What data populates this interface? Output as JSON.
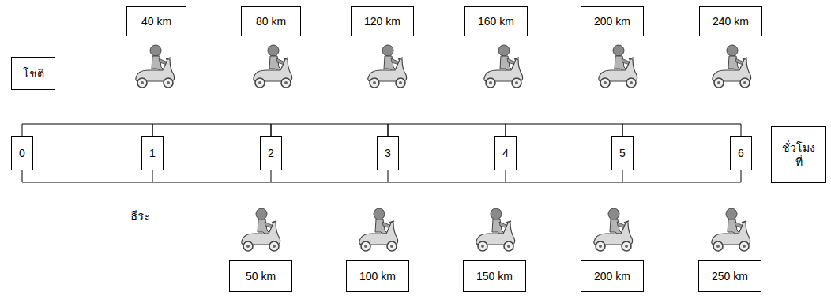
{
  "diagram": {
    "nodes": [
      {
        "text": [
          "40 km"
        ]
      },
      {
        "text": [
          "80 km"
        ]
      },
      {
        "text": [
          "120 km"
        ]
      },
      {
        "text": [
          "160 km"
        ]
      },
      {
        "text": [
          "200 km"
        ]
      },
      {
        "text": [
          "240 km"
        ]
      },
      {
        "text": [
          "โชติ"
        ]
      },
      {
        "text": [
          "0"
        ]
      },
      {
        "text": [
          "1"
        ]
      },
      {
        "text": [
          "2"
        ]
      },
      {
        "text": [
          "3"
        ]
      },
      {
        "text": [
          "4"
        ]
      },
      {
        "text": [
          "5"
        ]
      },
      {
        "text": [
          "6"
        ]
      },
      {
        "text": [
          "ชั่วโมง ที่"
        ]
      },
      {
        "text": [
          "50 km"
        ]
      },
      {
        "text": [
          "100 km"
        ]
      },
      {
        "text": [
          "150 km"
        ]
      },
      {
        "text": [
          "200 km"
        ]
      },
      {
        "text": [
          "250 km"
        ]
      }
    ],
    "edges": [
      {
        "from": 7,
        "to": 8,
        "arrow": "none"
      },
      {
        "from": 8,
        "to": 9,
        "arrow": "none"
      },
      {
        "from": 9,
        "to": 10,
        "arrow": "none"
      },
      {
        "from": 10,
        "to": 11,
        "arrow": "none"
      },
      {
        "from": 11,
        "to": 12,
        "arrow": "none"
      },
      {
        "from": 12,
        "to": 13,
        "arrow": "none"
      }
    ],
    "labels": [
      "ธีระ"
    ]
  }
}
